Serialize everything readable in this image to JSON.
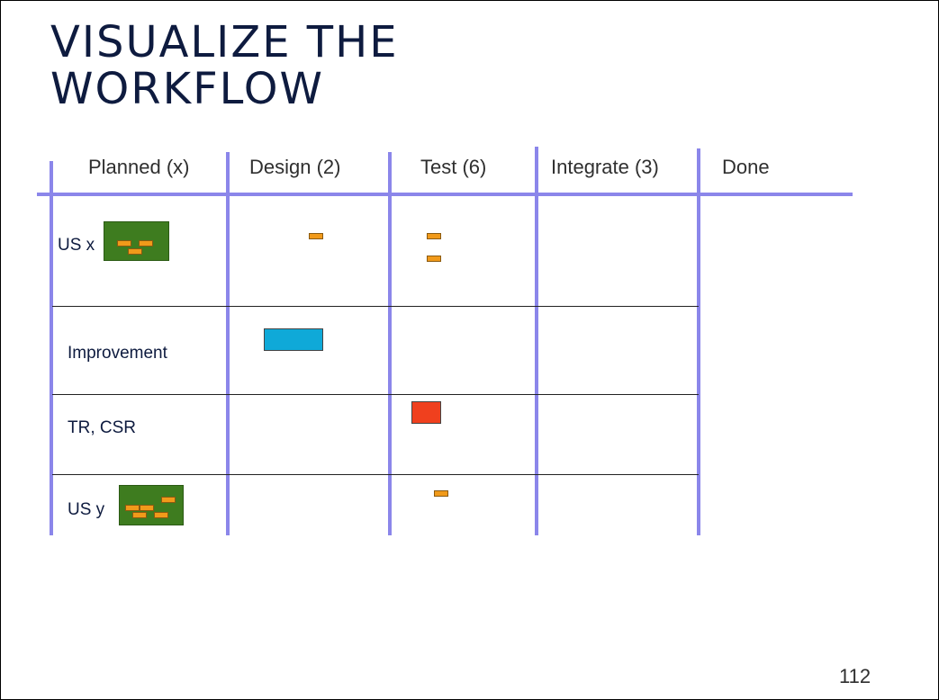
{
  "title": "VISUALIZE THE\nWORKFLOW",
  "columns": [
    {
      "label": "Planned (x)"
    },
    {
      "label": "Design (2)"
    },
    {
      "label": "Test (6)"
    },
    {
      "label": "Integrate (3)"
    },
    {
      "label": "Done"
    }
  ],
  "rows": [
    {
      "label": "US x",
      "kind": "user-story"
    },
    {
      "label": "Improvement",
      "kind": "improvement"
    },
    {
      "label": "TR, CSR",
      "kind": "trouble-report"
    },
    {
      "label": "US y",
      "kind": "user-story"
    }
  ],
  "cards": [
    {
      "row": "US x",
      "column": "Design (2)",
      "type": "task"
    },
    {
      "row": "US x",
      "column": "Test (6)",
      "type": "task"
    },
    {
      "row": "US x",
      "column": "Test (6)",
      "type": "task"
    },
    {
      "row": "Improvement",
      "column": "Design (2)",
      "type": "improvement"
    },
    {
      "row": "TR, CSR",
      "column": "Test (6)",
      "type": "trouble-report"
    },
    {
      "row": "US y",
      "column": "Test (6)",
      "type": "task"
    }
  ],
  "colors": {
    "board_lines": "#8b86ea",
    "story_card": "#3e7c1f",
    "task_card": "#f19a1a",
    "improvement_card": "#0fa9d8",
    "trouble_report_card": "#f0401e",
    "title_text": "#0e1b3f"
  },
  "page_number": "112"
}
